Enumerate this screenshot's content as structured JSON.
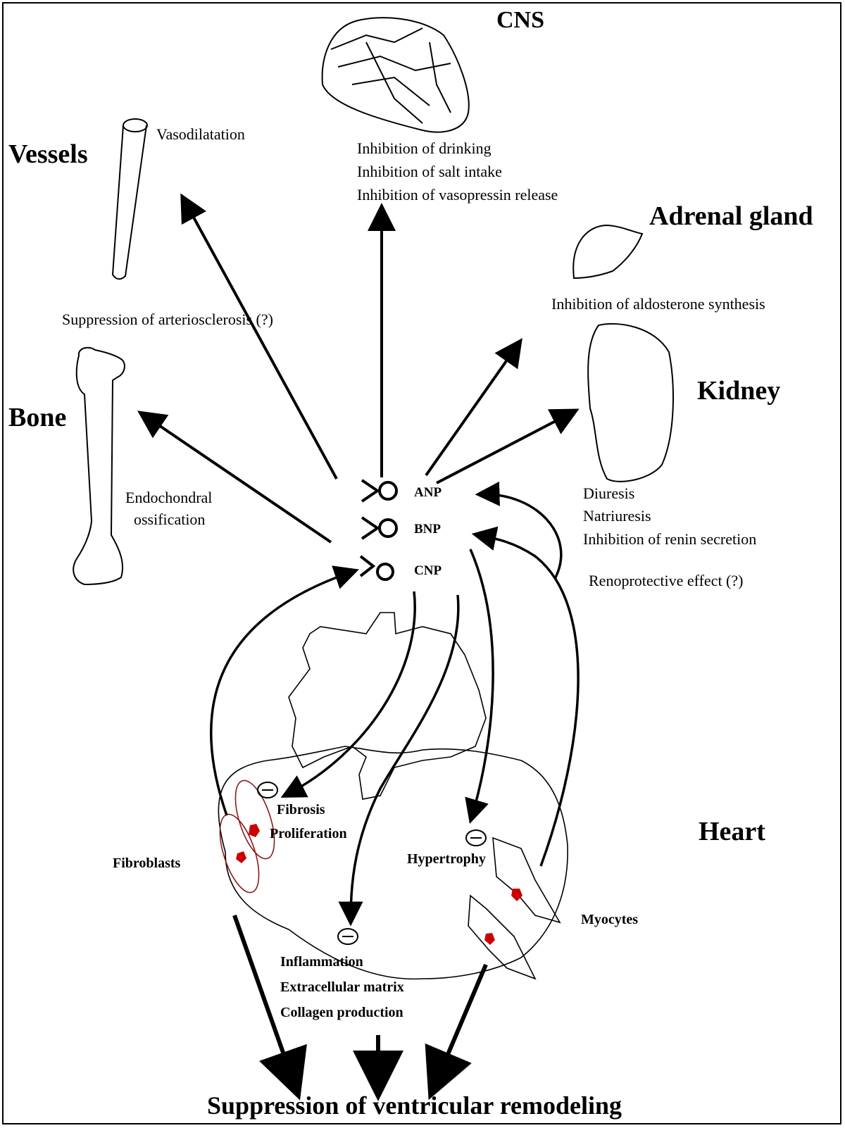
{
  "organs": {
    "cns": "CNS",
    "vessels": "Vessels",
    "adrenal": "Adrenal gland",
    "kidney": "Kidney",
    "bone": "Bone",
    "heart": "Heart"
  },
  "receptors": [
    "ANP",
    "BNP",
    "CNP"
  ],
  "effects": {
    "vessels_top": "Vasodilatation",
    "vessels_bottom": "Suppression of arteriosclerosis (?)",
    "cns": [
      "Inhibition of drinking",
      "Inhibition of salt intake",
      "Inhibition of vasopressin release"
    ],
    "adrenal": "Inhibition of aldosterone synthesis",
    "kidney": [
      "Diuresis",
      "Natriuresis",
      "Inhibition of renin secretion"
    ],
    "kidney_extra": "Renoprotective effect (?)",
    "bone": [
      "Endochondral",
      "ossification"
    ]
  },
  "heart": {
    "fibrosis": "Fibrosis",
    "proliferation": "Proliferation",
    "fibroblasts": "Fibroblasts",
    "hypertrophy": "Hypertrophy",
    "myocytes": "Myocytes",
    "matrix": [
      "Inflammation",
      "Extracellular matrix",
      "Collagen production"
    ],
    "inhibit_symbol": "−"
  },
  "outcome": "Suppression of ventricular remodeling",
  "colors": {
    "ink": "#000000",
    "nucleus": "#cc0000",
    "fibroblast_outline": "#8b1a1a"
  }
}
